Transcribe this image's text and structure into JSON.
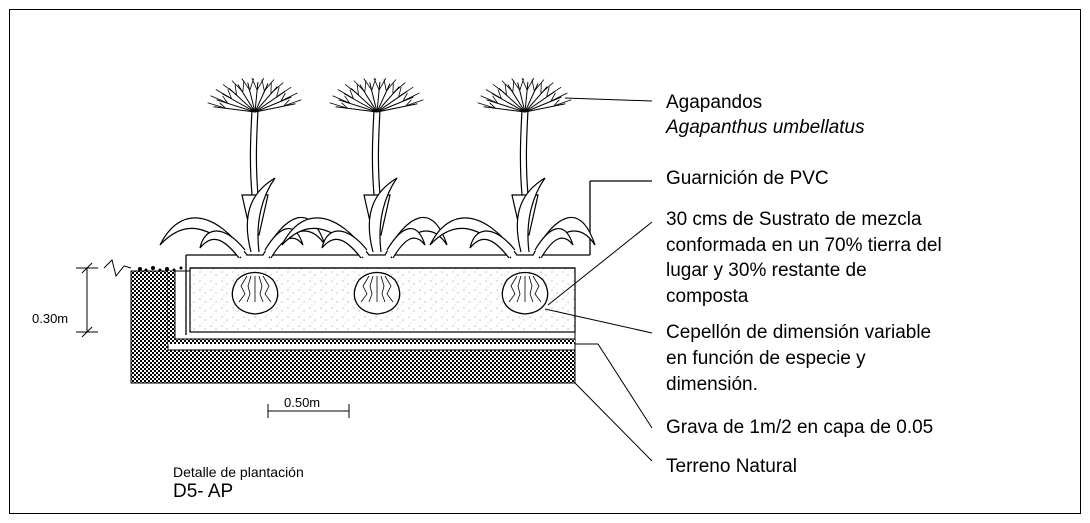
{
  "labels": {
    "agapandos": "Agapandos",
    "agapanthus": "Agapanthus umbellatus",
    "guarnicion": "Guarnición de PVC",
    "sustrato_1": "30 cms de Sustrato de mezcla",
    "sustrato_2": "conformada en un 70% tierra del",
    "sustrato_3": "lugar y 30% restante de",
    "sustrato_4": "composta",
    "cepellon_1": "Cepellón de dimensión variable",
    "cepellon_2": "en función de especie y",
    "cepellon_3": "dimensión.",
    "grava": "Grava de 1m/2 en capa de 0.05",
    "terreno": "Terreno Natural"
  },
  "dimensions": {
    "height": "0.30m",
    "scale": "0.50m"
  },
  "title": {
    "line1": "Detalle de plantación",
    "line2": "D5- AP"
  }
}
